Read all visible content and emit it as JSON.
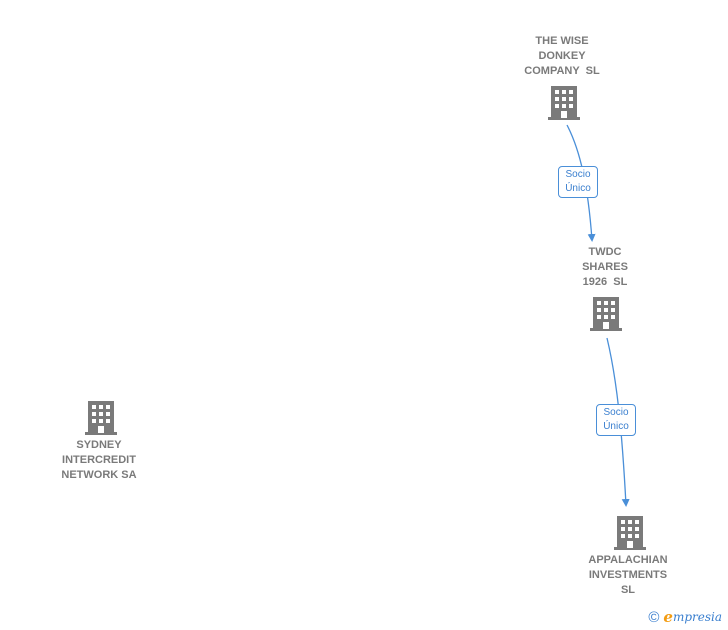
{
  "nodes": {
    "wise_donkey": {
      "lines": [
        "THE WISE",
        "DONKEY",
        "COMPANY  SL"
      ],
      "icon": "building-icon"
    },
    "twdc": {
      "lines": [
        "TWDC",
        "SHARES",
        "1926  SL"
      ],
      "icon": "building-icon"
    },
    "appalachian": {
      "lines": [
        "APPALACHIAN",
        "INVESTMENTS",
        "SL"
      ],
      "icon": "building-icon"
    },
    "sydney": {
      "lines": [
        "SYDNEY",
        "INTERCREDIT",
        "NETWORK SA"
      ],
      "icon": "building-icon"
    }
  },
  "edges": [
    {
      "from": "wise_donkey",
      "to": "twdc",
      "label": [
        "Socio",
        "Único"
      ]
    },
    {
      "from": "twdc",
      "to": "appalachian",
      "label": [
        "Socio",
        "Único"
      ]
    }
  ],
  "footer": {
    "copyright_symbol": "©",
    "brand_initial": "e",
    "brand_rest": "mpresia"
  },
  "colors": {
    "node_icon": "#7a7a7a",
    "node_text": "#7a7a7a",
    "edge": "#4a8fd8"
  }
}
